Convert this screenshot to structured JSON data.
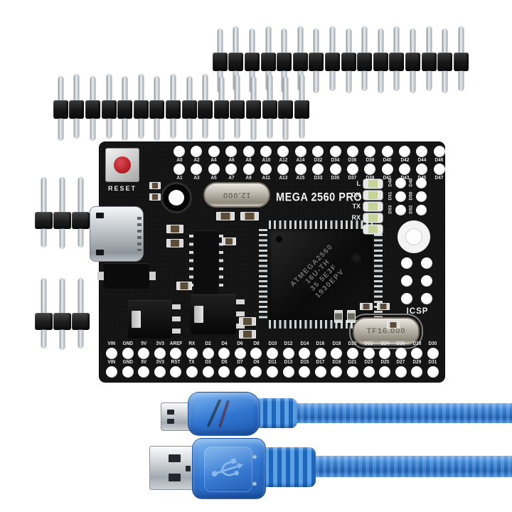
{
  "product": {
    "name": "MEGA 2560 PRO embedded development board with pin headers and blue USB cable"
  },
  "board": {
    "title": "MEGA 2560 PRO",
    "reset_label": "RESET",
    "main_crystal": "12.000",
    "secondary_crystal": "TF16.000",
    "icsp_label": "ICSP",
    "mcu_lines": [
      "ATMEGA2560",
      "16U-TH",
      "35 5E3F",
      "1930EPV"
    ],
    "leds": [
      {
        "label": "L"
      },
      {
        "label": "ON"
      },
      {
        "label": "TX"
      },
      {
        "label": "RX"
      },
      {
        "label": ""
      }
    ],
    "top_row_upper": [
      "A0",
      "A2",
      "A4",
      "A6",
      "A8",
      "A10",
      "A12",
      "A14",
      "D32",
      "D34",
      "D36",
      "D38",
      "D40",
      "D42",
      "D44",
      "D46"
    ],
    "top_row_lower": [
      "A1",
      "A3",
      "A5",
      "A7",
      "A9",
      "A11",
      "A13",
      "A15",
      "D33",
      "D35",
      "D37",
      "D39",
      "D41",
      "D43",
      "D45",
      "D47"
    ],
    "bottom_row_upper": [
      "VIN",
      "GND",
      "5V",
      "3V3",
      "AREF",
      "RX",
      "D2",
      "D4",
      "D6",
      "D8",
      "D10",
      "D12",
      "D14",
      "D16",
      "D18",
      "D20",
      "D22",
      "D24",
      "D26",
      "D28",
      "D30"
    ],
    "bottom_row_lower": [
      "VIN",
      "GND",
      "5V",
      "3V3",
      "RST",
      "TX",
      "D3",
      "D5",
      "D7",
      "D9",
      "D11",
      "D13",
      "D15",
      "D17",
      "D19",
      "D21",
      "D23",
      "D25",
      "D27",
      "D29",
      "D31"
    ],
    "right_pin_pairs": [
      [
        "D49",
        "D48"
      ],
      [
        "D51",
        "D50"
      ],
      [
        "D53",
        "D52"
      ]
    ]
  },
  "headers": {
    "strip1_pins": 16,
    "strip2_pins": 16,
    "small_header_pins": 3
  },
  "colors": {
    "background": "#ffffff",
    "board": "#141414",
    "silkscreen": "#e8e8e8",
    "cable_blue": "#2e7cd0",
    "connector_housing_blue": "#3c8de0",
    "metal": "#c9ced2",
    "reset_button_red": "#b01b24",
    "led_green": "#c8d399"
  }
}
